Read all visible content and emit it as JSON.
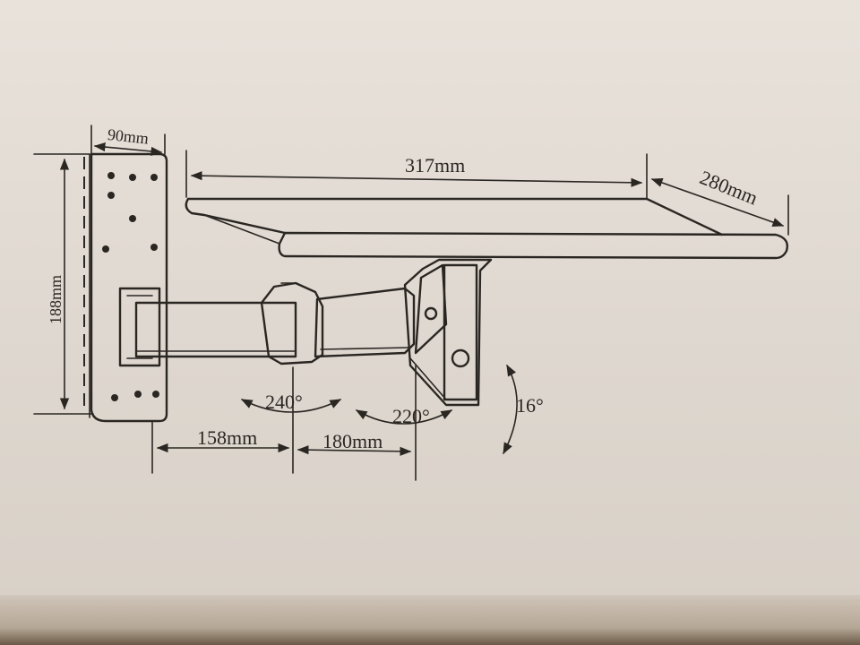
{
  "dimensions": {
    "plate_width": "90mm",
    "plate_height": "188mm",
    "tray_width": "317mm",
    "tray_depth": "280mm",
    "arm_first": "158mm",
    "arm_second": "180mm"
  },
  "angles": {
    "first_joint": "240°",
    "second_joint": "220°",
    "tilt": "16°"
  }
}
